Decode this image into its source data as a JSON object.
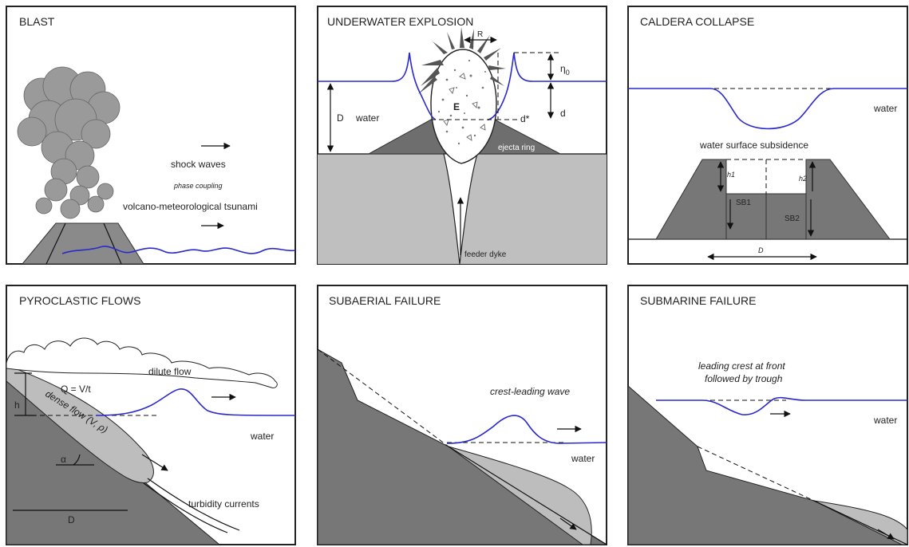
{
  "panels": {
    "blast": {
      "title": "BLAST",
      "shock_waves": "shock waves",
      "phase_coupling": "phase coupling",
      "meteo_tsunami": "volcano-meteorological tsunami"
    },
    "underwater": {
      "title": "UNDERWATER EXPLOSION",
      "R": "R",
      "eta": "η",
      "eta_sub": "0",
      "d": "d",
      "D": "D",
      "water": "water",
      "E": "E",
      "d_star": "d*",
      "ejecta_ring": "ejecta ring",
      "feeder_dyke": "feeder dyke"
    },
    "caldera": {
      "title": "CALDERA COLLAPSE",
      "water": "water",
      "subsidence": "water surface subsidence",
      "h1": "h1",
      "h2": "h2",
      "SB1": "SB1",
      "SB2": "SB2",
      "D": "D"
    },
    "pyroclastic": {
      "title": "PYROCLASTIC FLOWS",
      "dilute_flow": "dilute flow",
      "Q": "Q = V/t",
      "h": "h",
      "dense_flow": "dense flow (V, ρ)",
      "alpha": "α",
      "water": "water",
      "D": "D",
      "turbidity": "turbidity currents"
    },
    "subaerial": {
      "title": "SUBAERIAL FAILURE",
      "crest_leading": "crest-leading wave",
      "water": "water"
    },
    "submarine": {
      "title": "SUBMARINE FAILURE",
      "leading_line1": "leading crest at front",
      "leading_line2": "followed by trough",
      "water": "water"
    }
  },
  "colors": {
    "water_line": "#2a2acc",
    "dark_rock": "#777777",
    "light_rock": "#bdbdbd",
    "ground": "#bfbfbf",
    "plume": "#9a9a9a"
  }
}
